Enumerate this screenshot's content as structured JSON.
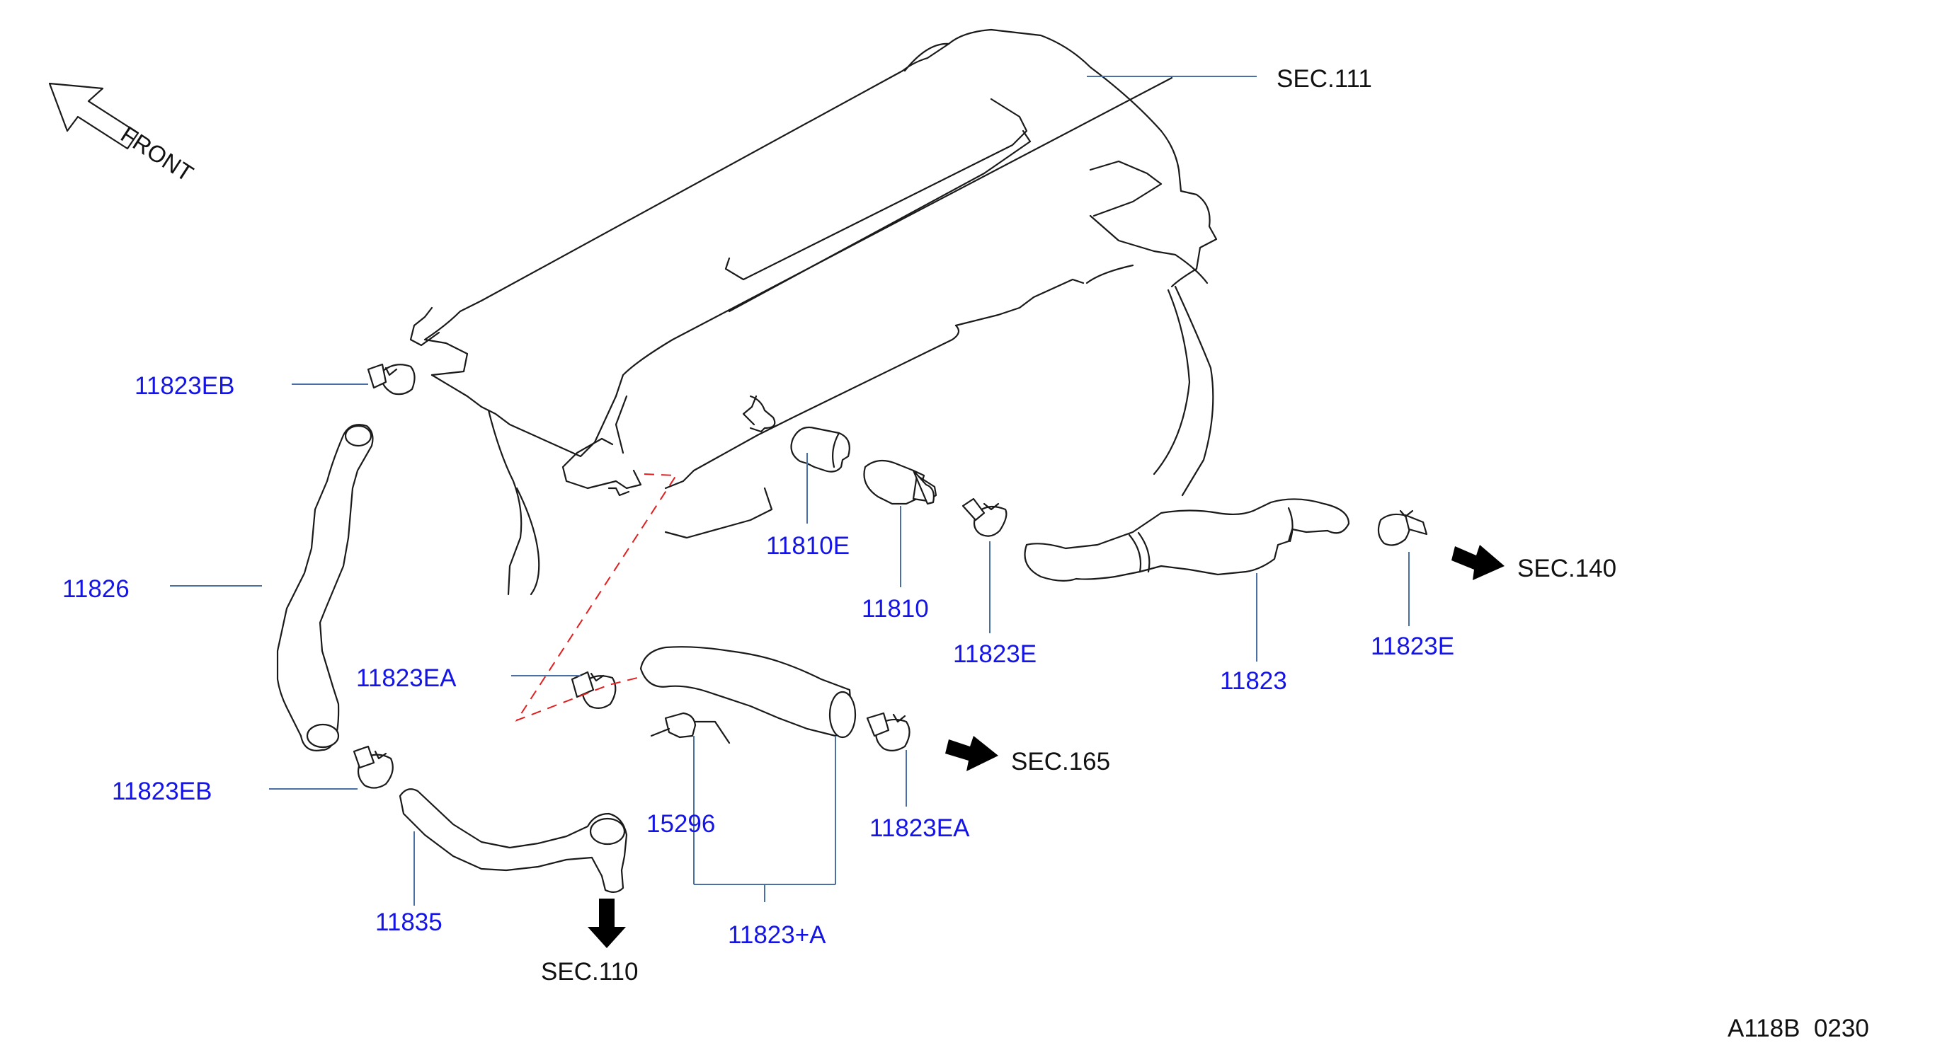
{
  "direction_label": "FRONT",
  "diagram_code": "A118B  0230",
  "sections": {
    "sec111": "SEC.111",
    "sec140": "SEC.140",
    "sec165": "SEC.165",
    "sec110": "SEC.110"
  },
  "parts": {
    "p11823EB_top": "11823EB",
    "p11826": "11826",
    "p11823EB_bottom": "11823EB",
    "p11835": "11835",
    "p11823EA_left": "11823EA",
    "p15296": "15296",
    "p11823A": "11823+A",
    "p11823EA_right": "11823EA",
    "p11810E": "11810E",
    "p11810": "11810",
    "p11823E_left": "11823E",
    "p11823": "11823",
    "p11823E_right": "11823E"
  },
  "colors": {
    "part_label": "#1414e6",
    "leader_line": "#4a6fa5",
    "dashed_link": "#e02020",
    "outline": "#1a1a1a"
  }
}
